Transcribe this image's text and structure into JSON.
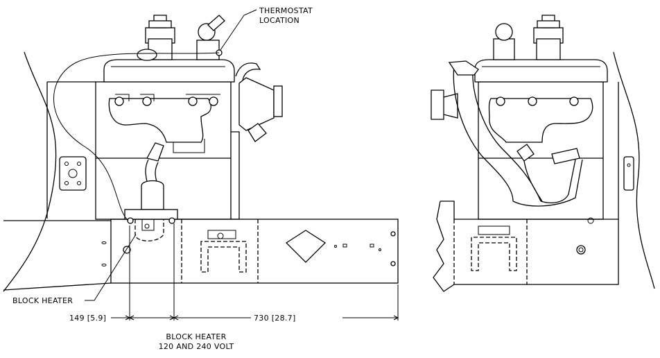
{
  "labels": {
    "thermostat_line1": "THERMOSTAT",
    "thermostat_line2": "LOCATION",
    "block_heater_callout": "BLOCK HEATER",
    "dim_left": "149 [5.9]",
    "dim_right": "730 [28.7]",
    "caption_line1": "BLOCK HEATER",
    "caption_line2": "120 AND 240 VOLT"
  },
  "colors": {
    "line": "#000000",
    "background": "#ffffff"
  }
}
